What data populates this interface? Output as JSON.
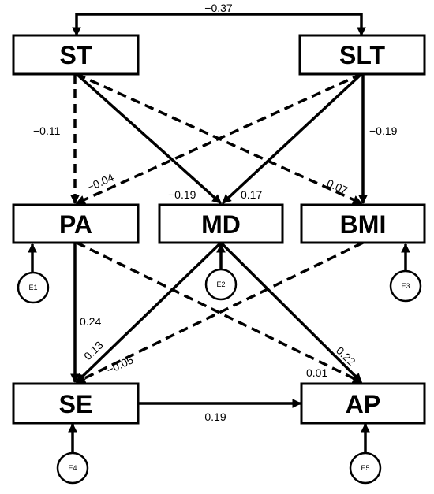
{
  "nodes": {
    "st": "ST",
    "slt": "SLT",
    "pa": "PA",
    "md": "MD",
    "bmi": "BMI",
    "se": "SE",
    "ap": "AP"
  },
  "errors": {
    "e1": "E1",
    "e2": "E2",
    "e3": "E3",
    "e4": "E4",
    "e5": "E5"
  },
  "paths": [
    {
      "from": "ST",
      "to": "SLT",
      "coefficient": "−0.37",
      "style": "solid",
      "type": "correlation"
    },
    {
      "from": "ST",
      "to": "PA",
      "coefficient": "−0.11",
      "style": "dashed"
    },
    {
      "from": "ST",
      "to": "MD",
      "coefficient": "−0.19",
      "style": "solid"
    },
    {
      "from": "ST",
      "to": "BMI",
      "coefficient": "0.07",
      "style": "dashed"
    },
    {
      "from": "SLT",
      "to": "PA",
      "coefficient": "−0.04",
      "style": "dashed"
    },
    {
      "from": "SLT",
      "to": "MD",
      "coefficient": "0.17",
      "style": "solid"
    },
    {
      "from": "SLT",
      "to": "BMI",
      "coefficient": "−0.19",
      "style": "solid"
    },
    {
      "from": "PA",
      "to": "SE",
      "coefficient": "0.24",
      "style": "solid"
    },
    {
      "from": "PA",
      "to": "AP",
      "coefficient": "0.01",
      "style": "dashed"
    },
    {
      "from": "MD",
      "to": "SE",
      "coefficient": "0.13",
      "style": "solid"
    },
    {
      "from": "MD",
      "to": "AP",
      "coefficient": "0.22",
      "style": "solid"
    },
    {
      "from": "BMI",
      "to": "SE",
      "coefficient": "−0.05",
      "style": "dashed"
    },
    {
      "from": "SE",
      "to": "AP",
      "coefficient": "0.19",
      "style": "solid"
    }
  ]
}
